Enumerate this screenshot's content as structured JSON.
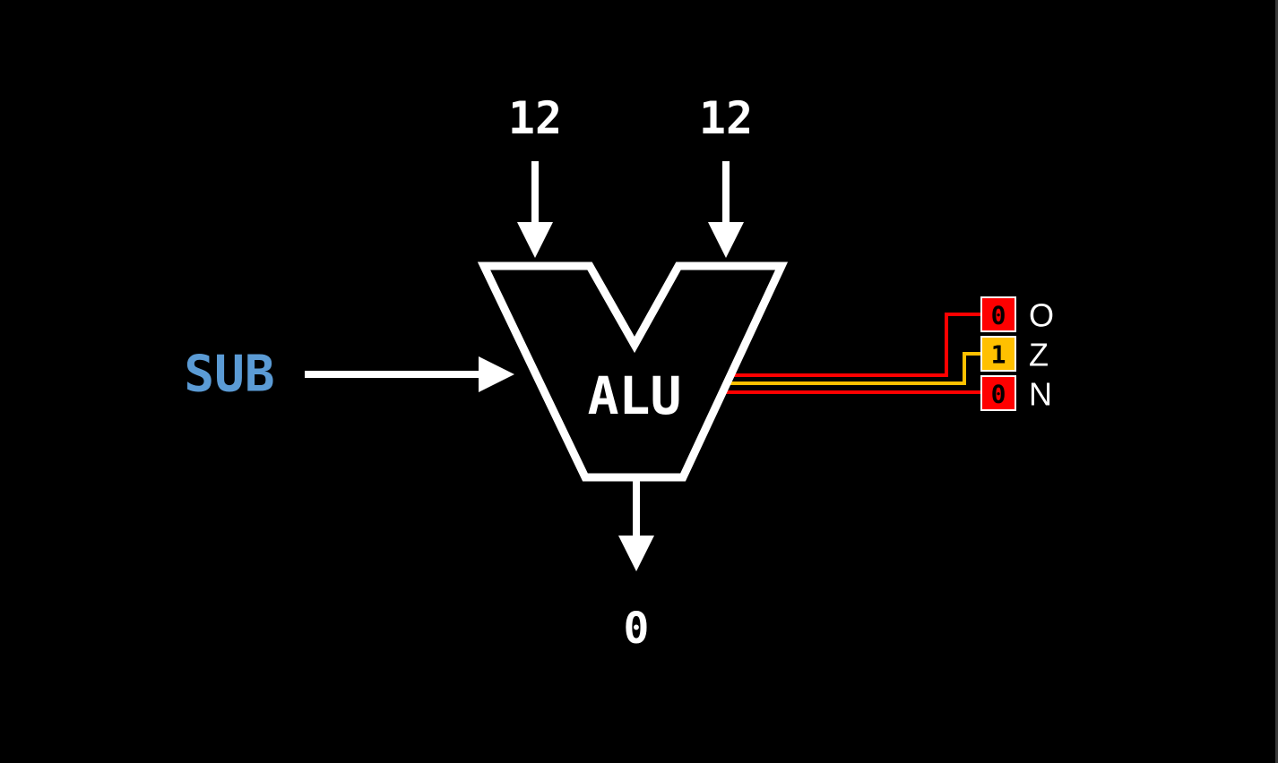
{
  "diagram": {
    "alu_label": "ALU",
    "inputs": {
      "a": "12",
      "b": "12"
    },
    "operation": {
      "label": "SUB",
      "color": "#5b9bd5"
    },
    "output": {
      "value": "0"
    },
    "flags": [
      {
        "label": "O",
        "value": "0",
        "box_color": "#fe0000",
        "wire_color": "#fe0000"
      },
      {
        "label": "Z",
        "value": "1",
        "box_color": "#ffc000",
        "wire_color": "#ffc000"
      },
      {
        "label": "N",
        "value": "0",
        "box_color": "#fe0000",
        "wire_color": "#fe0000"
      }
    ],
    "colors": {
      "background": "#000000",
      "outline": "#ffffff"
    }
  }
}
